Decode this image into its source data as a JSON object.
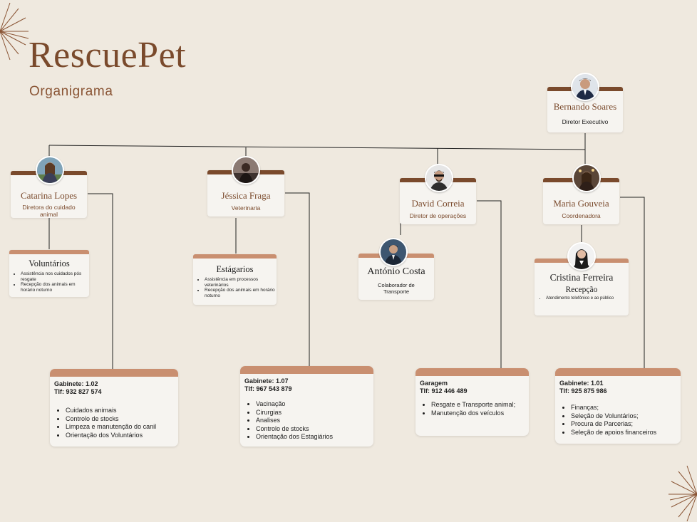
{
  "brand": {
    "title": "RescuePet",
    "subtitle": "Organigrama"
  },
  "people": {
    "bernardo": {
      "name": "Bernando Soares",
      "role": "Diretor Executivo"
    },
    "catarina": {
      "name": "Catarina Lopes",
      "role": "Diretora do cuidado animal"
    },
    "jessica": {
      "name": "Jéssica Fraga",
      "role": "Veterinaria"
    },
    "david": {
      "name": "David Correia",
      "role": "Diretor de operações"
    },
    "maria": {
      "name": "Maria Gouveia",
      "role": "Coordenadora"
    },
    "antonio": {
      "name": "António Costa",
      "role": "Colaborador de Transporte"
    },
    "cristina": {
      "name": "Cristina Ferreira",
      "role": "Recepção",
      "tasks": [
        "Atendimento telefónico e ao público"
      ]
    }
  },
  "teams": {
    "voluntarios": {
      "title": "Voluntários",
      "tasks": [
        "Assistência nos cuidados pós resgate",
        "Recepção dos animais em horário noturno"
      ]
    },
    "estagiarios": {
      "title": "Estágarios",
      "tasks": [
        "Assistência em processos veterinários",
        "Recepção dos animais em horário noturno"
      ]
    }
  },
  "offices": [
    {
      "line1": "Gabinete: 1.02",
      "line2": "Tlf: 932 827 574",
      "tasks": [
        "Cuidados animais",
        "Controlo de stocks",
        "Limpeza e manutenção do canil",
        "Orientação dos Voluntários"
      ]
    },
    {
      "line1": "Gabinete: 1.07",
      "line2": "Tlf: 967 543 879",
      "tasks": [
        "Vacinação",
        "Cirurgias",
        "Analises",
        "Controlo de stocks",
        "Orientação dos Estagiários"
      ]
    },
    {
      "line1": "Garagem",
      "line2": "Tlf: 912 446 489",
      "tasks": [
        "Resgate e Transporte animal;",
        "Manutenção dos veículos"
      ]
    },
    {
      "line1": "Gabinete: 1.01",
      "line2": "Tlf: 925 875 986",
      "tasks": [
        "Finanças;",
        "Seleção de Voluntários;",
        "Procura de Parcerias;",
        "Seleção de apoios financeiros"
      ]
    }
  ],
  "colors": {
    "accent_dark": "#7a4a2c",
    "accent_light": "#c98f70",
    "background": "#efe9df"
  }
}
